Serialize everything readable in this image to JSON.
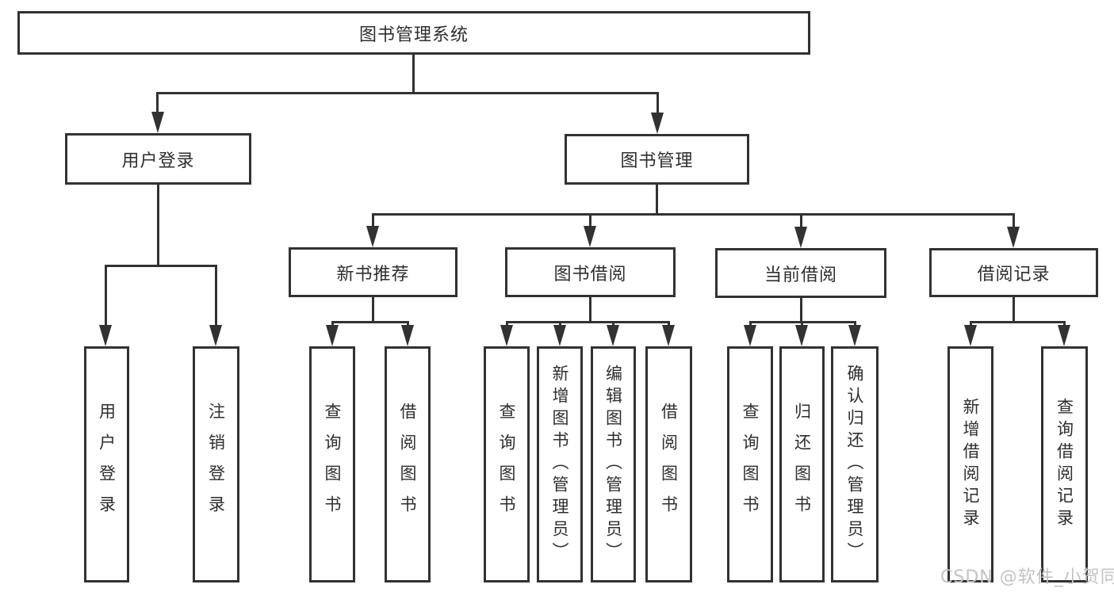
{
  "root": {
    "label": "图书管理系统"
  },
  "user_branch": {
    "label": "用户登录",
    "children": [
      {
        "label": "用户登录"
      },
      {
        "label": "注销登录"
      }
    ]
  },
  "book_branch": {
    "label": "图书管理",
    "sections": [
      {
        "label": "新书推荐",
        "children": [
          {
            "label": "查询图书"
          },
          {
            "label": "借阅图书"
          }
        ]
      },
      {
        "label": "图书借阅",
        "children": [
          {
            "label": "查询图书"
          },
          {
            "label": "新增图书（管理员）"
          },
          {
            "label": "编辑图书（管理员）"
          },
          {
            "label": "借阅图书"
          }
        ]
      },
      {
        "label": "当前借阅",
        "children": [
          {
            "label": "查询图书"
          },
          {
            "label": "归还图书"
          },
          {
            "label": "确认归还（管理员）"
          }
        ]
      },
      {
        "label": "借阅记录",
        "children": [
          {
            "label": "新增借阅记录"
          },
          {
            "label": "查询借阅记录"
          }
        ]
      }
    ]
  },
  "watermark": {
    "text": "CSDN @软件_小贺同学"
  },
  "colors": {
    "stroke": "#323232",
    "box_background": "#ffffff",
    "text": "#2e2e2e",
    "watermark": "#c3c3c3",
    "page_background": "#ffffff"
  }
}
